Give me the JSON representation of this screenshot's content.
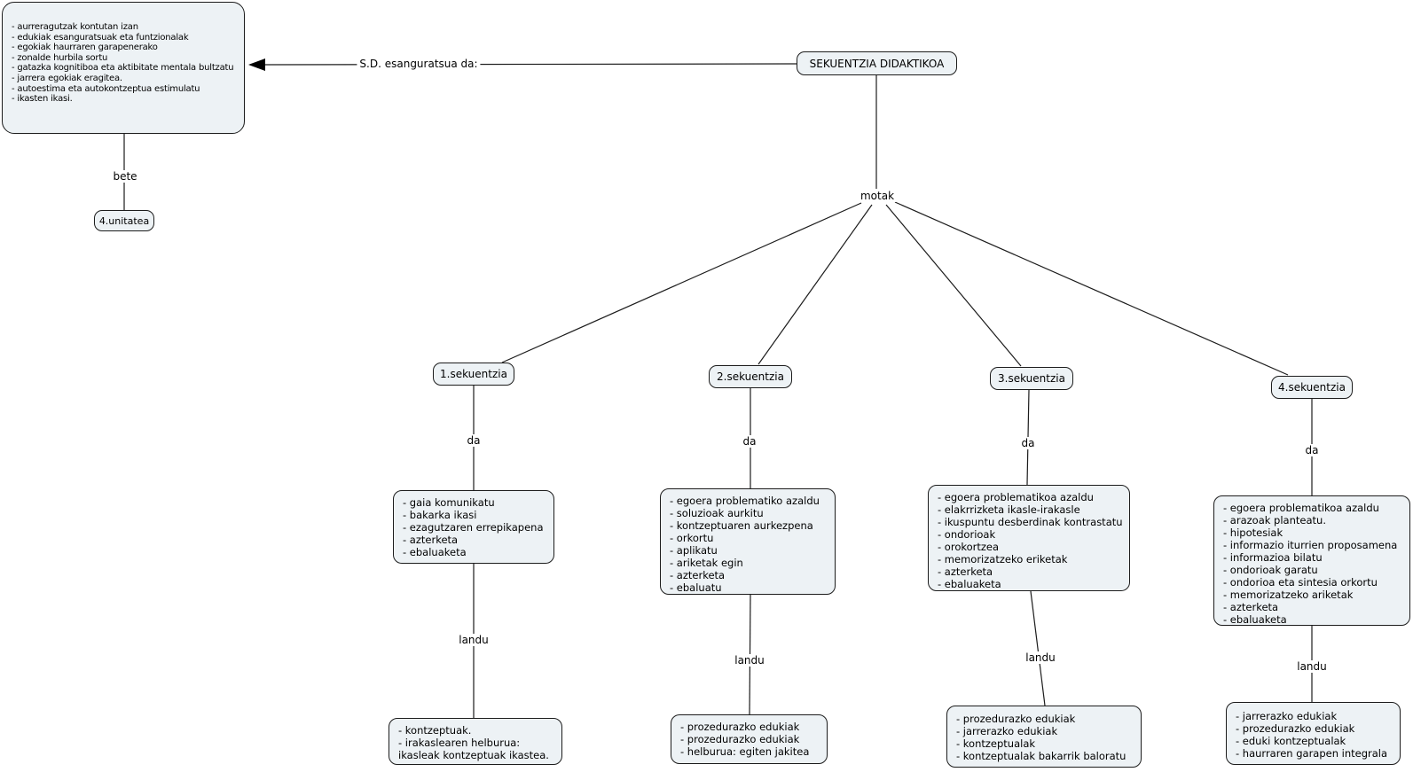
{
  "theme": {
    "background": "#ffffff",
    "node_fill": "#edf2f5",
    "node_border": "#1c1c1c",
    "line_color": "#1c1c1c",
    "text_color": "#000000"
  },
  "root_node": {
    "label": "SEKUENTZIA DIDAKTIKOA"
  },
  "principles_node": {
    "items": [
      "- aurreragutzak kontutan izan",
      "- edukiak esanguratsuak eta funtzionalak",
      "- egokiak haurraren garapenerako",
      "- zonalde hurbila sortu",
      "- gatazka kognitiboa eta aktibitate mentala bultzatu",
      "- jarrera egokiak eragitea.",
      "- autoestima eta autokontzeptua estimulatu",
      "- ikasten ikasi."
    ]
  },
  "unit_node": {
    "label": "4.unitatea"
  },
  "link_labels": {
    "esanguratsua": "S.D. esanguratsua da:",
    "bete": "bete",
    "motak": "motak",
    "da": "da",
    "landu": "landu"
  },
  "sequences": [
    {
      "label": "1.sekuentzia",
      "da_items": [
        "- gaia komunikatu",
        "- bakarka ikasi",
        "- ezagutzaren errepikapena",
        "- azterketa",
        "- ebaluaketa"
      ],
      "landu_items": [
        "- kontzeptuak.",
        "- irakaslearen helburua:",
        "ikasleak kontzeptuak ikastea."
      ]
    },
    {
      "label": "2.sekuentzia",
      "da_items": [
        "- egoera problematiko azaldu",
        "- soluzioak aurkitu",
        "- kontzeptuaren aurkezpena",
        "- orkortu",
        "- aplikatu",
        "- ariketak egin",
        "- azterketa",
        "- ebaluatu"
      ],
      "landu_items": [
        "- prozedurazko edukiak",
        "- prozedurazko edukiak",
        "- helburua: egiten jakitea"
      ]
    },
    {
      "label": "3.sekuentzia",
      "da_items": [
        "- egoera problematikoa azaldu",
        "- elakrrizketa ikasle-irakasle",
        "- ikuspuntu desberdinak kontrastatu",
        "- ondorioak",
        "- orokortzea",
        "- memorizatzeko eriketak",
        "- azterketa",
        "- ebaluaketa"
      ],
      "landu_items": [
        "- prozedurazko edukiak",
        "- jarrerazko edukiak",
        "- kontzeptualak",
        "- kontzeptualak bakarrik baloratu"
      ]
    },
    {
      "label": "4.sekuentzia",
      "da_items": [
        "- egoera problematikoa azaldu",
        "- arazoak planteatu.",
        "- hipotesiak",
        "- informazio iturrien proposamena",
        "- informazioa bilatu",
        "- ondorioak garatu",
        "- ondorioa eta sintesia orkortu",
        "- memorizatzeko ariketak",
        "- azterketa",
        "- ebaluaketa"
      ],
      "landu_items": [
        "- jarrerazko edukiak",
        "- prozedurazko edukiak",
        "- eduki kontzeptualak",
        "- haurraren garapen integrala"
      ]
    }
  ]
}
